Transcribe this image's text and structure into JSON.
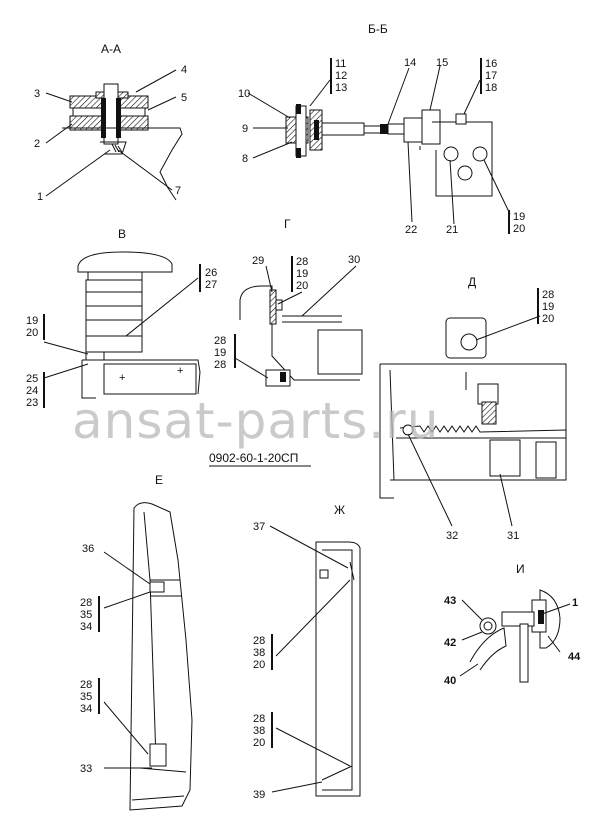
{
  "drawing_number": "0902-60-1-20СП",
  "watermark": "ansat-parts.ru",
  "views": {
    "aa": "А-А",
    "bb": "Б-Б",
    "v": "В",
    "g": "Г",
    "d": "Д",
    "e": "Е",
    "zh": "Ж",
    "i": "И"
  },
  "callouts": {
    "c1": "1",
    "c2": "2",
    "c3": "3",
    "c4": "4",
    "c5": "5",
    "c7": "7",
    "c8": "8",
    "c9": "9",
    "c10": "10",
    "c11": "11",
    "c12": "12",
    "c13": "13",
    "c14": "14",
    "c15": "15",
    "c16": "16",
    "c17": "17",
    "c18": "18",
    "c19a": "19",
    "c20a": "20",
    "c21": "21",
    "c22": "22",
    "c26": "26",
    "c27": "27",
    "c19b": "19",
    "c20b": "20",
    "c25": "25",
    "c24": "24",
    "c23": "23",
    "c29": "29",
    "c28a": "28",
    "c19c": "19",
    "c20c": "20",
    "c30": "30",
    "c28b": "28",
    "c19d": "19",
    "c28c": "28",
    "c28d": "28",
    "c19e": "19",
    "c20e": "20",
    "c32": "32",
    "c31": "31",
    "c36": "36",
    "c28e": "28",
    "c35a": "35",
    "c34a": "34",
    "c28f": "28",
    "c35b": "35",
    "c34b": "34",
    "c33": "33",
    "c37": "37",
    "c28g": "28",
    "c38a": "38",
    "c20g": "20",
    "c28h": "28",
    "c38b": "38",
    "c20h": "20",
    "c39": "39",
    "c43": "43",
    "c1b": "1",
    "c42": "42",
    "c44": "44",
    "c40": "40"
  }
}
